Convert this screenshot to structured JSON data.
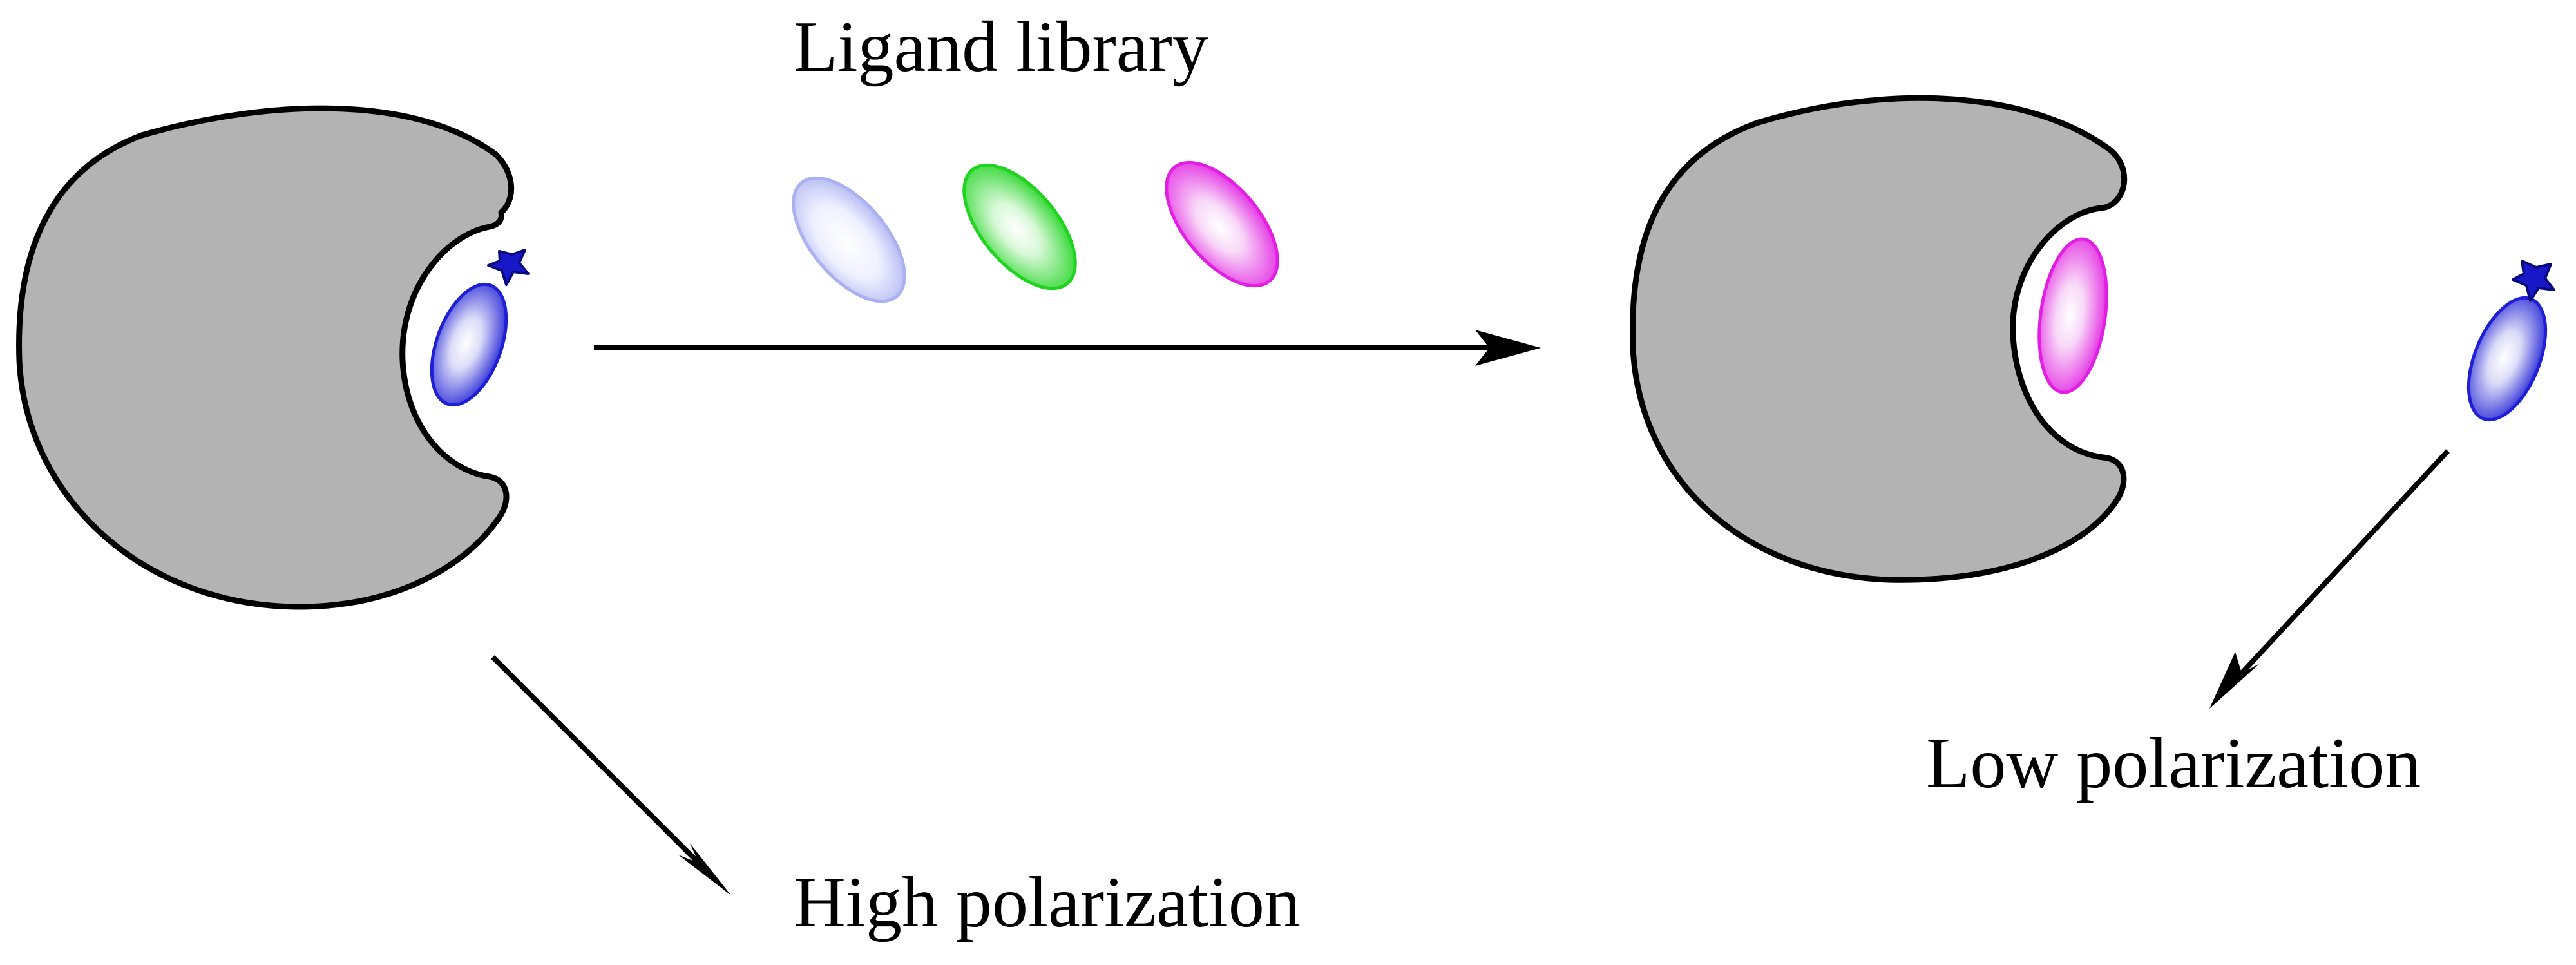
{
  "labels": {
    "ligand_library": "Ligand library",
    "high_polarization": "High polarization",
    "low_polarization": "Low polarization"
  },
  "colors": {
    "protein_fill": "#b3b3b3",
    "outline": "#000000",
    "tracer_blue": "#1f1fd6",
    "tracer_star": "#1818c8",
    "ligand_lavender": "#aab0f0",
    "ligand_green": "#1ed41e",
    "ligand_magenta": "#e21ee2"
  },
  "icons": {
    "protein": "protein-pacman-shape",
    "tracer": "fluorescent-ligand-with-star",
    "ligand": "ellipse-ligand",
    "arrow": "straight-arrow"
  }
}
